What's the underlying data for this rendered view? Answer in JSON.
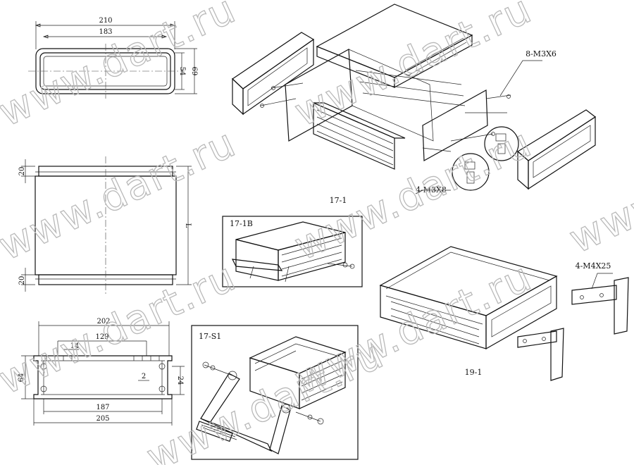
{
  "watermark": "www.dart.ru",
  "end_view": {
    "dims": {
      "outer_width": "210",
      "inner_width": "183",
      "inner_height": "54",
      "outer_height": "69"
    }
  },
  "side_view": {
    "dims": {
      "top_cap": "20",
      "bottom_cap": "20",
      "length": "L"
    }
  },
  "profile_view": {
    "dims": {
      "overall": "202",
      "span": "129",
      "slot": "14",
      "gap": "2",
      "side": "24",
      "height": "64",
      "inner": "187",
      "bottom": "205"
    }
  },
  "labels": {
    "main_model": "17-1",
    "inset_b": "17-1B",
    "inset_s": "17-S1",
    "assembled": "19-1",
    "screw_top": "8-M3X6",
    "screw_mid": "4-M3X8",
    "screw_bracket": "4-M4X25"
  }
}
